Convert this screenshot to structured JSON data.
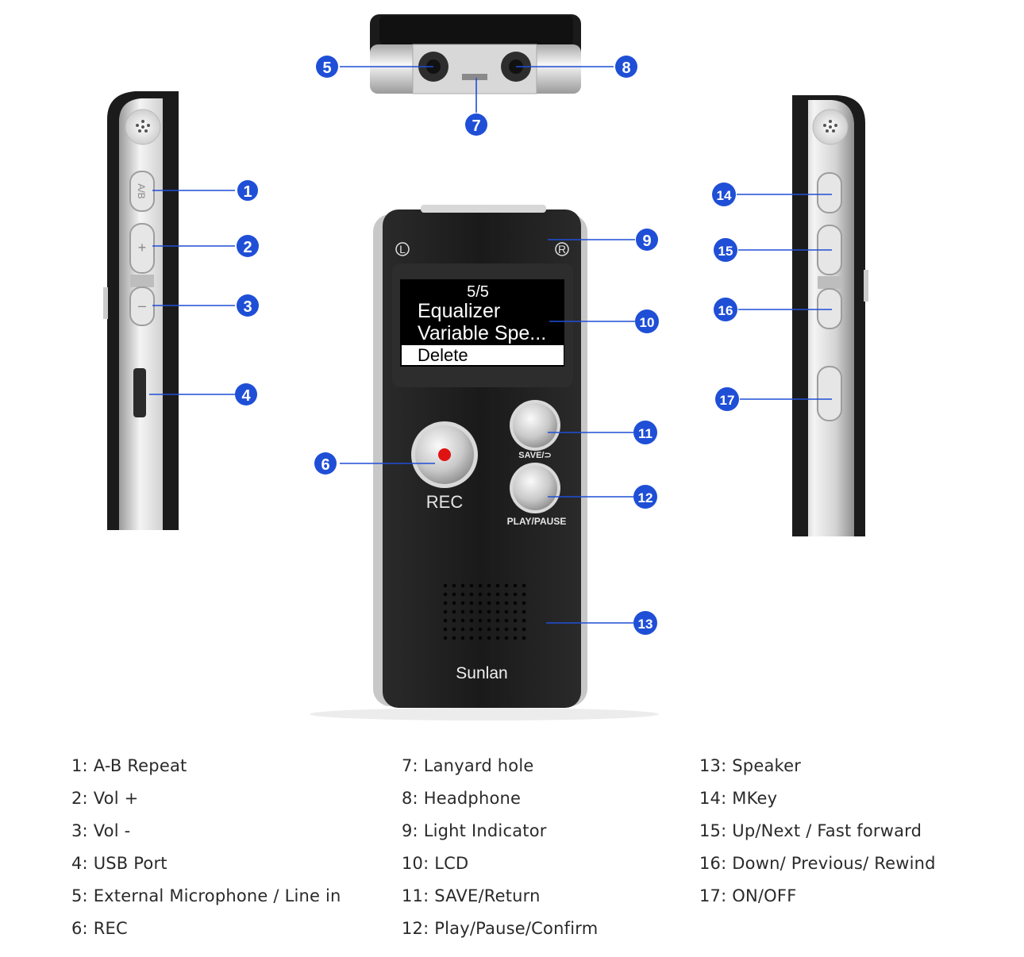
{
  "device": {
    "screen": {
      "counter": "5/5",
      "line1": "Equalizer",
      "line2": "Variable Spe...",
      "selected": "Delete"
    },
    "left_marker": "L",
    "right_marker": "R",
    "rec_label": "REC",
    "save_label": "SAVE/⊃",
    "play_label": "PLAY/PAUSE",
    "brand": "Sunlan",
    "ab_button_text": "A/B",
    "plus_text": "+",
    "minus_text": "–"
  },
  "callouts": {
    "n1": "1",
    "n2": "2",
    "n3": "3",
    "n4": "4",
    "n5": "5",
    "n6": "6",
    "n7": "7",
    "n8": "8",
    "n9": "9",
    "n10": "10",
    "n11": "11",
    "n12": "12",
    "n13": "13",
    "n14": "14",
    "n15": "15",
    "n16": "16",
    "n17": "17"
  },
  "colors": {
    "callout_blue": "#1f4fd6",
    "device_black": "#1b1b1c",
    "rec_dot": "#e01313"
  },
  "legend": {
    "col1": [
      "1: A-B Repeat",
      "2: Vol +",
      "3: Vol -",
      "4: USB Port",
      "5: External Microphone / Line in",
      "6: REC"
    ],
    "col2": [
      "7: Lanyard hole",
      "8: Headphone",
      "9: Light Indicator",
      "10: LCD",
      "11: SAVE/Return",
      "12: Play/Pause/Confirm"
    ],
    "col3": [
      "13: Speaker",
      "14: MKey",
      "15: Up/Next / Fast forward",
      "16: Down/ Previous/ Rewind",
      "17: ON/OFF"
    ]
  }
}
